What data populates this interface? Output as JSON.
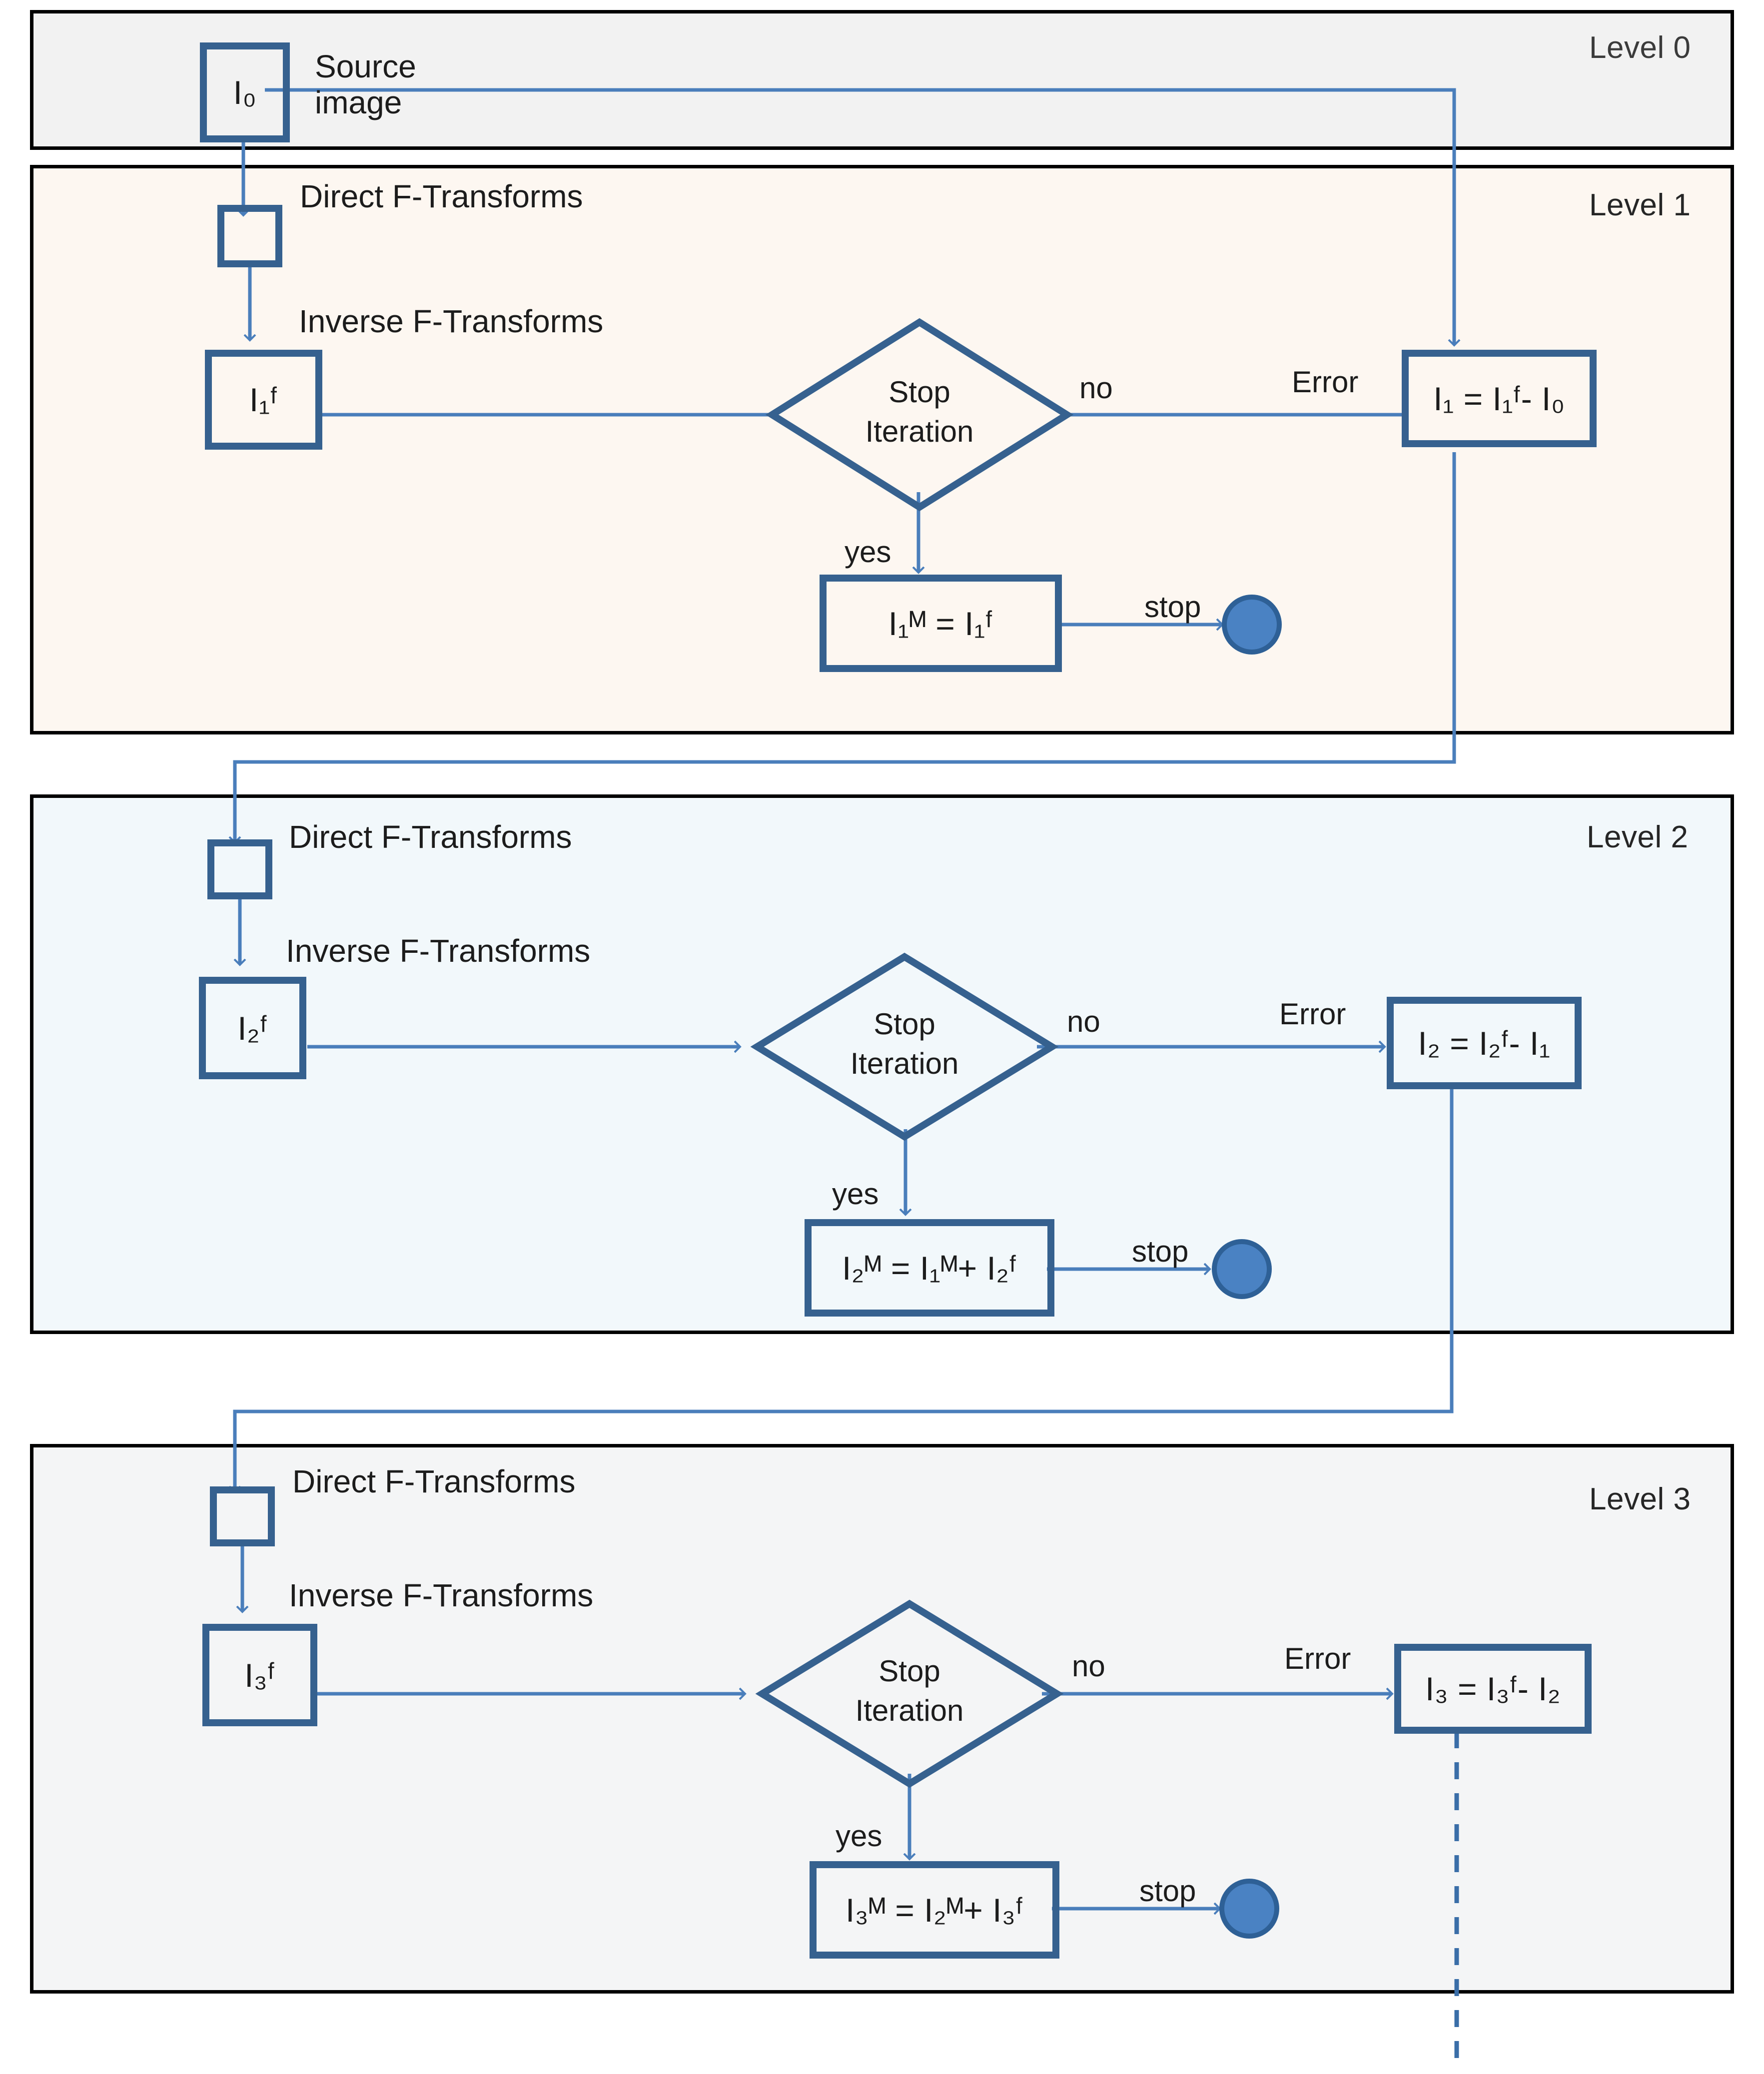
{
  "diagram": {
    "title": "Multilevel F-transform image decomposition flowchart",
    "colors": {
      "node_border": "#36618f",
      "arrow": "#4a7ebb",
      "panel_border": "#000000",
      "level0_bg": "#f2f2f2",
      "level1_bg": "#fdf7f1",
      "level2_bg": "#f2f8fb",
      "level3_bg": "#f4f5f6",
      "end_dot_fill": "#4a82c3",
      "end_dot_border": "#2e6096"
    }
  },
  "levels": [
    {
      "id": "level-0",
      "label": "Level 0",
      "nodes": {
        "source": {
          "formula": "I₀",
          "caption_line1": "Source",
          "caption_line2": "image"
        }
      }
    },
    {
      "id": "level-1",
      "label": "Level 1",
      "nodes": {
        "direct_transform_label": "Direct  F-Transforms",
        "inverse_transform_label": "Inverse  F-Transforms",
        "reconstructed": "I₁ᶠ",
        "decision_line1": "Stop",
        "decision_line2": "Iteration",
        "branch_no": "no",
        "branch_yes": "yes",
        "error_label": "Error",
        "error_formula": "I₁ = I₁ᶠ- I₀",
        "result_formula": "I₁ᴹ = I₁ᶠ",
        "stop_label": "stop"
      }
    },
    {
      "id": "level-2",
      "label": "Level 2",
      "nodes": {
        "direct_transform_label": "Direct  F-Transforms",
        "inverse_transform_label": "Inverse  F-Transforms",
        "reconstructed": "I₂ᶠ",
        "decision_line1": "Stop",
        "decision_line2": "Iteration",
        "branch_no": "no",
        "branch_yes": "yes",
        "error_label": "Error",
        "error_formula": "I₂ = I₂ᶠ- I₁",
        "result_formula": "I₂ᴹ = I₁ᴹ+ I₂ᶠ",
        "stop_label": "stop"
      }
    },
    {
      "id": "level-3",
      "label": "Level 3",
      "nodes": {
        "direct_transform_label": "Direct  F-Transforms",
        "inverse_transform_label": "Inverse  F-Transforms",
        "reconstructed": "I₃ᶠ",
        "decision_line1": "Stop",
        "decision_line2": "Iteration",
        "branch_no": "no",
        "branch_yes": "yes",
        "error_label": "Error",
        "error_formula": "I₃ = I₃ᶠ- I₂",
        "result_formula": "I₃ᴹ = I₂ᴹ+ I₃ᶠ",
        "stop_label": "stop"
      }
    }
  ]
}
